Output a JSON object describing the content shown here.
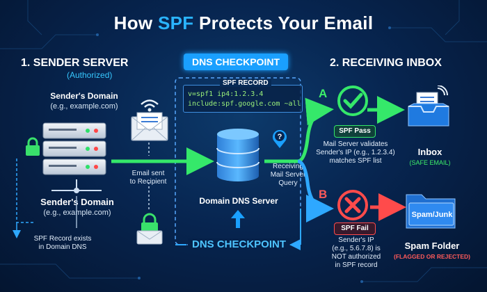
{
  "title": {
    "prefix": "How ",
    "accent": "SPF",
    "suffix": " Protects Your Email"
  },
  "sender": {
    "heading": "1. SENDER SERVER",
    "status": "(Authorized)",
    "domain_top": "Sender's Domain",
    "domain_top_example": "(e.g., example.com)",
    "domain_bottom": "Sender's Domain",
    "domain_bottom_example": "(e.g., example.com)",
    "record_note": "SPF Record exists\nin Domain DNS"
  },
  "dns": {
    "checkpoint_top": "DNS CHECKPOINT",
    "record_label": "SPF RECORD",
    "record_lines": [
      "v=spf1 ip4:1.2.3.4",
      "include:spf.google.com ~all"
    ],
    "server_label": "Domain DNS Server",
    "query_label": "Receiving\nMail Server\nQuery",
    "checkpoint_bottom": "DNS CHECKPOINT",
    "email_sent": "Email sent\nto Recipient"
  },
  "receiving": {
    "heading": "2. RECEIVING INBOX",
    "pass": {
      "letter": "A",
      "badge": "SPF Pass",
      "desc": "Mail Server validates\nSender's IP (e.g., 1.2.3.4)\nmatches SPF list",
      "dest": "Inbox",
      "dest_sub": "(SAFE EMAIL)"
    },
    "fail": {
      "letter": "B",
      "badge": "SPF Fail",
      "desc": "Sender's IP\n(e.g., 5.6.7.8) is\nNOT authorized\nin SPF record",
      "folder_tab": "Spam/Junk",
      "dest": "Spam Folder",
      "dest_sub": "(FLAGGED OR REJECTED)"
    }
  },
  "colors": {
    "accent": "#2ab4ff",
    "pass": "#3df06a",
    "fail": "#ff4b4b",
    "dns_pill": "#1aa0ff"
  },
  "icons": [
    "server-icon",
    "lock-icon",
    "envelope-icon",
    "wifi-icon",
    "database-icon",
    "question-icon",
    "check-icon",
    "x-icon",
    "inbox-tray-icon",
    "folder-icon"
  ]
}
